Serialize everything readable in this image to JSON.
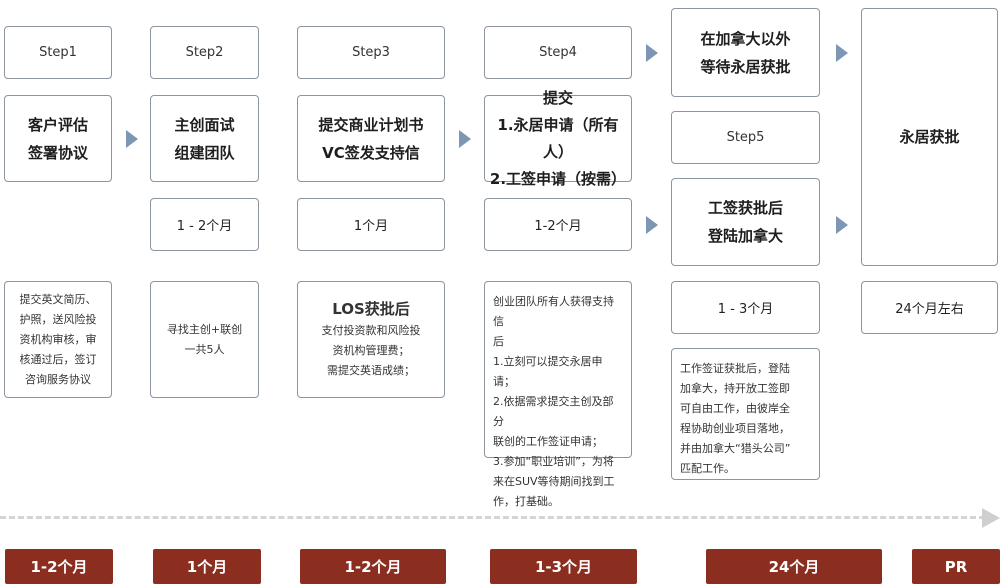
{
  "steps": {
    "step1": "Step1",
    "step2": "Step2",
    "step3": "Step3",
    "step4": "Step4",
    "step5": "Step5"
  },
  "main": {
    "m1": "客户评估\n签署协议",
    "m2": "主创面试\n组建团队",
    "m3": "提交商业计划书\nVC签发支持信",
    "m4": "提交\n1.永居申请（所有人）\n2.工签申请（按需）",
    "m5_top": "在加拿大以外\n等待永居获批",
    "m5_bottom": "工签获批后\n登陆加拿大",
    "m6": "永居获批"
  },
  "durations": {
    "d2": "1 - 2个月",
    "d3": "1个月",
    "d4": "1-2个月",
    "d5": "1 - 3个月",
    "d6": "24个月左右"
  },
  "notes": {
    "n1": "提交英文简历、\n护照，送风险投\n资机构审核，审\n核通过后，签订\n咨询服务协议",
    "n2": "寻找主创+联创\n一共5人",
    "n3_title": "LOS获批后",
    "n3_body": "支付投资款和风险投\n资机构管理费；\n需提交英语成绩；",
    "n4": "创业团队所有人获得支持信\n后\n1.立刻可以提交永居申请；\n2.依据需求提交主创及部分\n联创的工作签证申请；\n3.参加“职业培训”，为将\n来在SUV等待期间找到工\n作，打基础。",
    "n5": "工作签证获批后，登陆\n加拿大，持开放工签即\n可自由工作，由彼岸全\n程协助创业项目落地，\n并由加拿大“猎头公司”\n匹配工作。"
  },
  "timeline": [
    "1-2个月",
    "1个月",
    "1-2个月",
    "1-3个月",
    "24个月",
    "PR"
  ],
  "colors": {
    "accent": "#8b2e1f",
    "arrow": "#7d96b3",
    "border": "#8c949e"
  }
}
